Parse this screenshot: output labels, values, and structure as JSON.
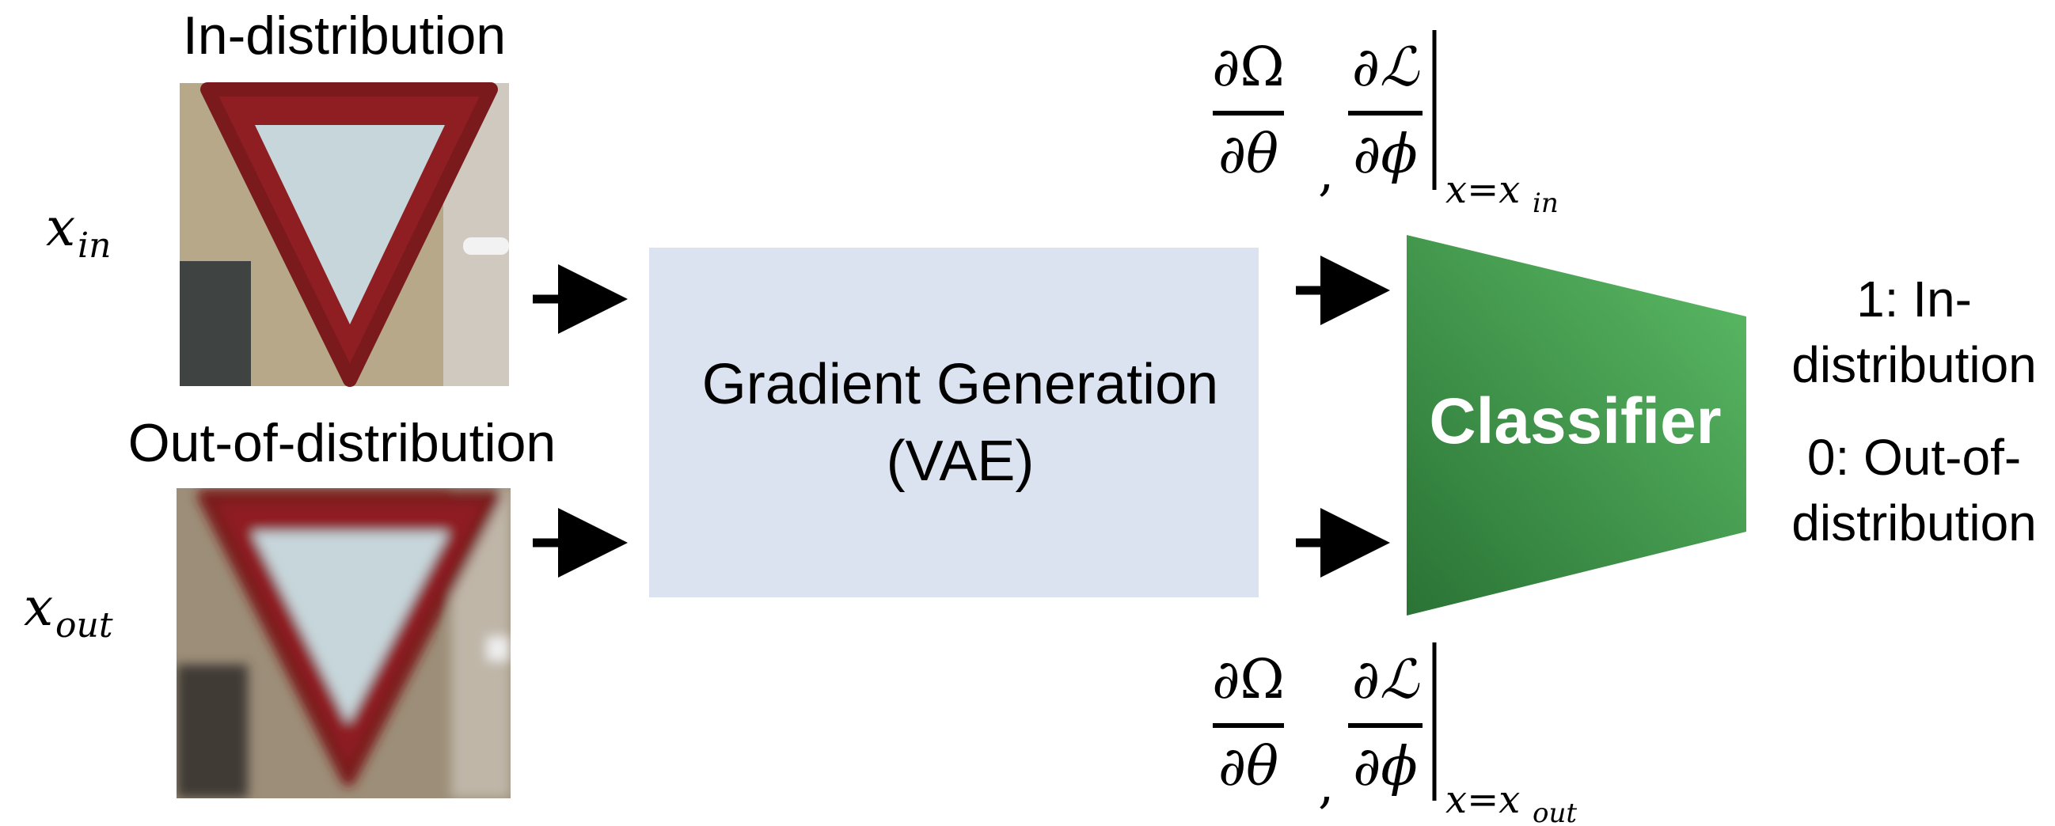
{
  "inputs": {
    "in_title": "In-distribution",
    "in_var": "x",
    "in_sub": "in",
    "out_title": "Out-of-distribution",
    "out_var": "x",
    "out_sub": "out"
  },
  "vae_box": {
    "line1": "Gradient Generation",
    "line2": "(VAE)"
  },
  "classifier": {
    "label": "Classifier"
  },
  "outputs": {
    "line1": "1: In-",
    "line2": "distribution",
    "line3": "0: Out-of-",
    "line4": "distribution"
  },
  "gradients": {
    "omega_num": "∂Ω",
    "theta_den": "∂θ",
    "comma": ",",
    "loss_num": "∂ℒ",
    "phi_den": "∂ϕ",
    "eval_top": "x=x",
    "eval_top_sub": "in",
    "eval_bottom": "x=x",
    "eval_bottom_sub": "out"
  },
  "colors": {
    "vae_fill": "#dce3f0",
    "classifier_dark": "#2d7a3a",
    "classifier_light": "#55b35f",
    "sign_red": "#8e1e22",
    "sign_fill": "#c6d6da"
  }
}
